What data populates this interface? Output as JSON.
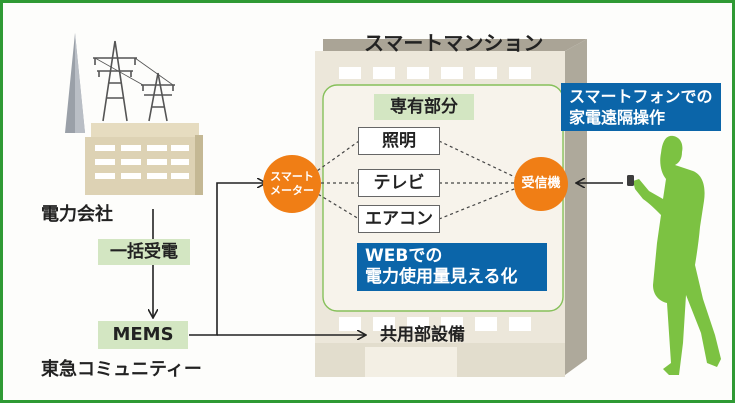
{
  "building": {
    "title": "スマートマンション"
  },
  "private": {
    "title": "専有部分",
    "items": [
      "照明",
      "テレビ",
      "エアコン"
    ]
  },
  "smart_meter": {
    "line1": "スマート",
    "line2": "メーター"
  },
  "receiver": {
    "label": "受信機"
  },
  "web": {
    "line1": "WEBでの",
    "line2": "電力使用量見える化"
  },
  "phone": {
    "line1": "スマートフォンでの",
    "line2": "家電遠隔操作"
  },
  "power_company": {
    "name": "電力会社"
  },
  "bulk": {
    "label": "一括受電"
  },
  "mems": {
    "label": "MEMS"
  },
  "operator": {
    "name": "東急コミュニティー"
  },
  "shared": {
    "label": "共用部設備"
  },
  "colors": {
    "border": "#2f9a34",
    "accent_orange": "#f07e15",
    "accent_blue": "#0b65a9",
    "tag_green": "#d3e6c2",
    "person_green": "#7cc242"
  }
}
